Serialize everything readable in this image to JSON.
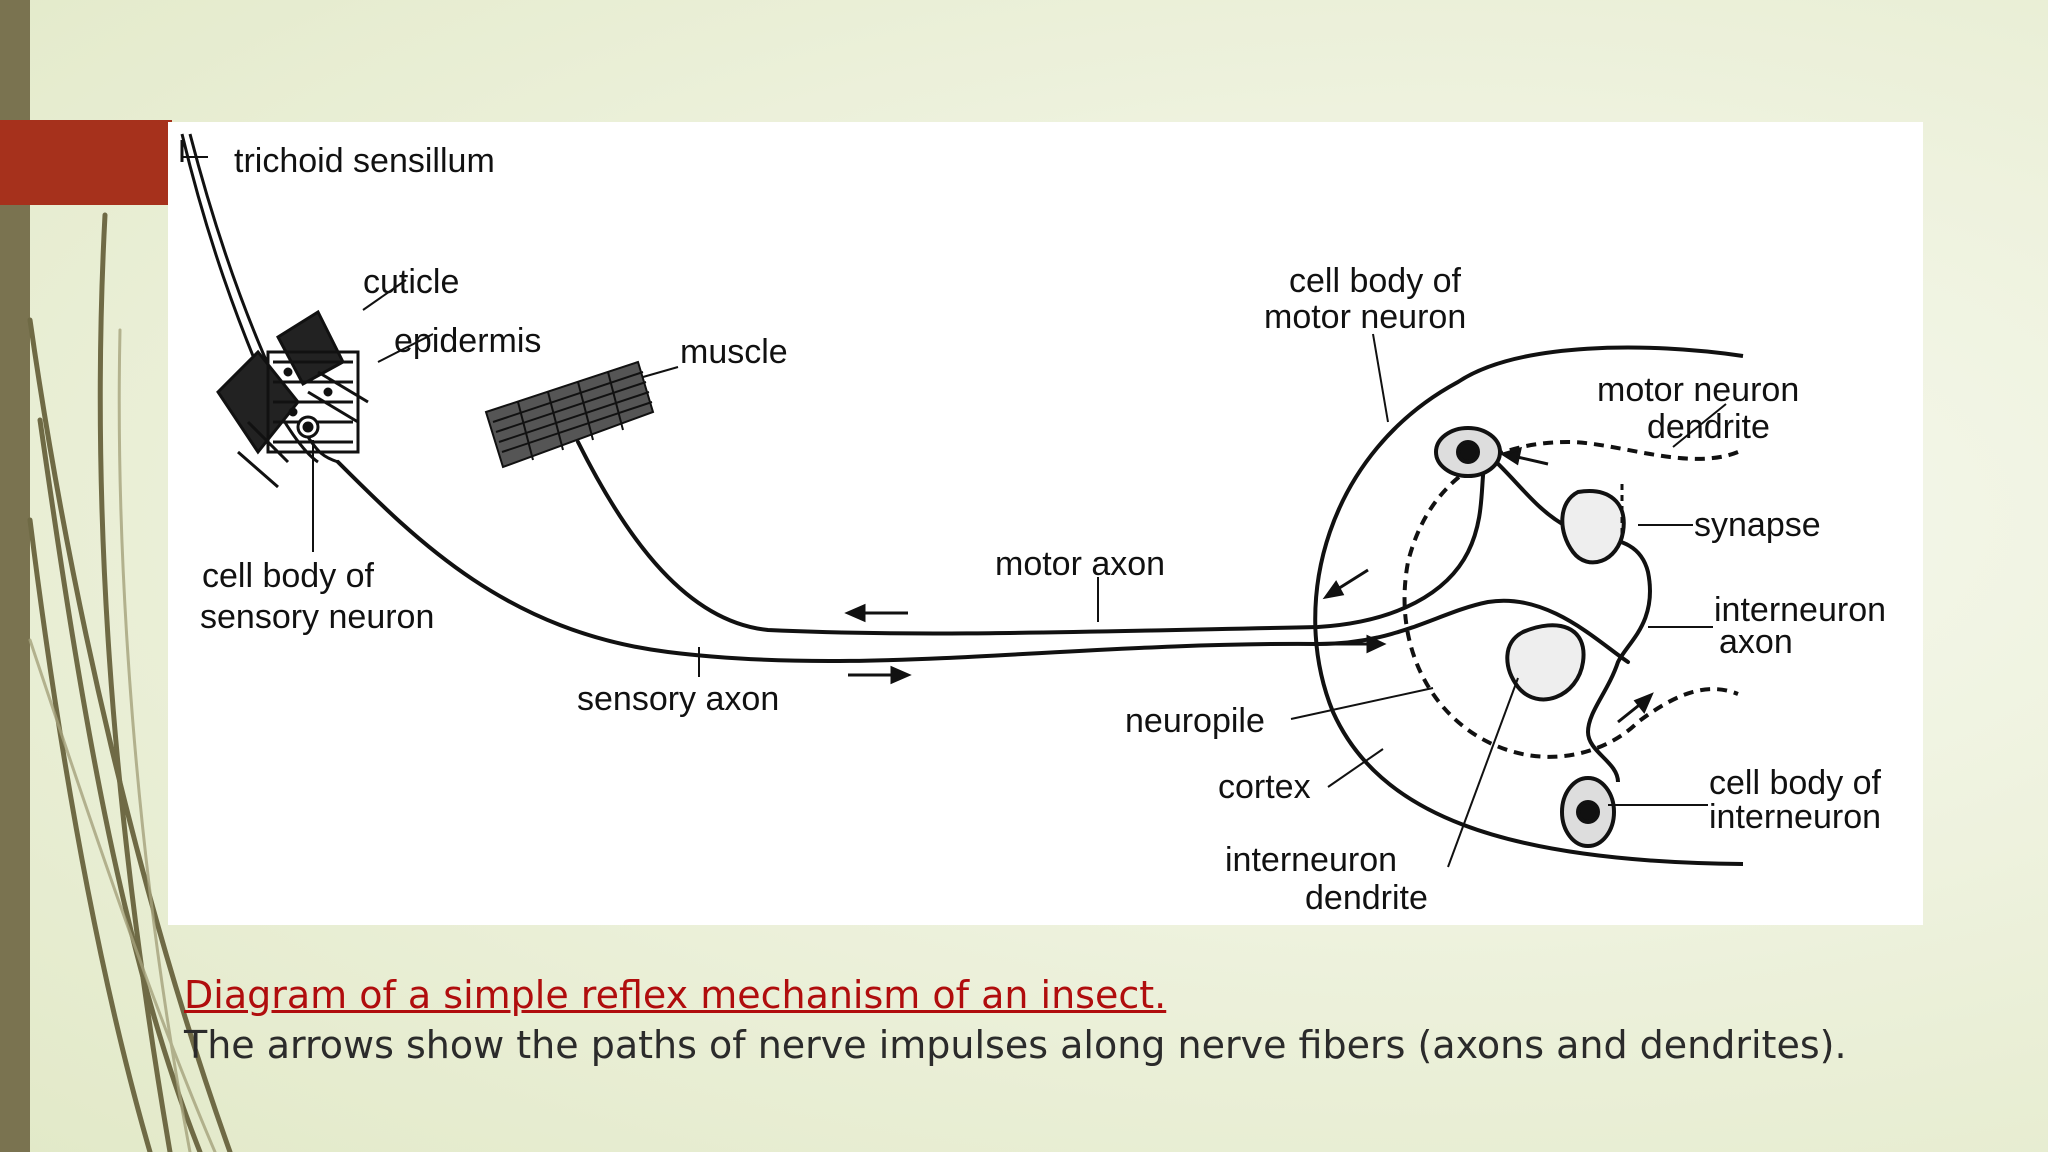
{
  "slide": {
    "caption_title": "Diagram of a simple reflex mechanism of an insect.",
    "caption_text": "The arrows show the paths of nerve impulses along nerve fibers (axons and dendrites)."
  },
  "diagram": {
    "labels": {
      "trichoid_sensillum": "trichoid sensillum",
      "cuticle": "cuticle",
      "epidermis": "epidermis",
      "muscle": "muscle",
      "cell_body_sensory_1": "cell body of",
      "cell_body_sensory_2": "sensory neuron",
      "motor_axon": "motor axon",
      "sensory_axon": "sensory axon",
      "cell_body_motor_1": "cell body of",
      "cell_body_motor_2": "motor neuron",
      "motor_dendrite_1": "motor neuron",
      "motor_dendrite_2": "dendrite",
      "synapse": "synapse",
      "interneuron_axon_1": "interneuron",
      "interneuron_axon_2": "axon",
      "neuropile": "neuropile",
      "cortex": "cortex",
      "interneuron_dendrite_1": "interneuron",
      "interneuron_dendrite_2": "dendrite",
      "cell_body_inter_1": "cell body of",
      "cell_body_inter_2": "interneuron"
    }
  },
  "colors": {
    "accent_red": "#a6311c",
    "left_bar": "#7a7350",
    "caption_title": "#b00d0d",
    "caption_text": "#2b2b2b"
  }
}
